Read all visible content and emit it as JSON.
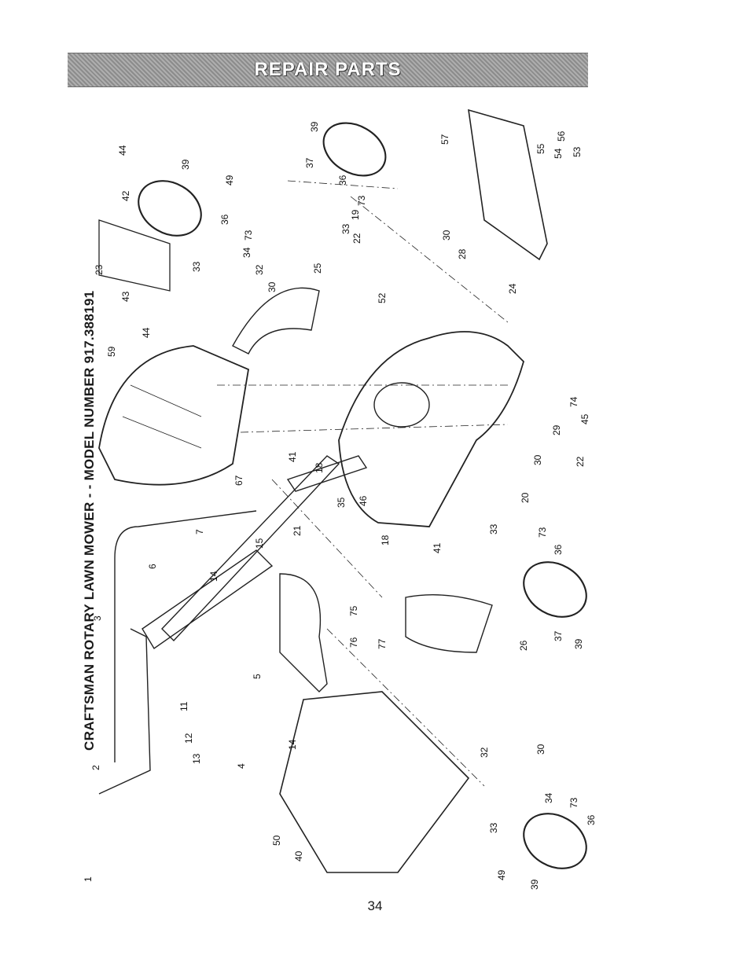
{
  "banner": {
    "title": "REPAIR PARTS"
  },
  "document": {
    "title": "CRAFTSMAN ROTARY LAWN MOWER - - MODEL NUMBER 917.388191"
  },
  "page_number": "34",
  "callouts": [
    {
      "id": "p1",
      "text": "1"
    },
    {
      "id": "p2",
      "text": "2"
    },
    {
      "id": "p3",
      "text": "3"
    },
    {
      "id": "p4",
      "text": "4"
    },
    {
      "id": "p5",
      "text": "5"
    },
    {
      "id": "p6",
      "text": "6"
    },
    {
      "id": "p7",
      "text": "7"
    },
    {
      "id": "p11",
      "text": "11"
    },
    {
      "id": "p12",
      "text": "12"
    },
    {
      "id": "p13",
      "text": "13"
    },
    {
      "id": "p14a",
      "text": "14"
    },
    {
      "id": "p14b",
      "text": "14"
    },
    {
      "id": "p15",
      "text": "15"
    },
    {
      "id": "p18a",
      "text": "18"
    },
    {
      "id": "p18b",
      "text": "18"
    },
    {
      "id": "p19",
      "text": "19"
    },
    {
      "id": "p20",
      "text": "20"
    },
    {
      "id": "p21",
      "text": "21"
    },
    {
      "id": "p22a",
      "text": "22"
    },
    {
      "id": "p22b",
      "text": "22"
    },
    {
      "id": "p23",
      "text": "23"
    },
    {
      "id": "p24",
      "text": "24"
    },
    {
      "id": "p25",
      "text": "25"
    },
    {
      "id": "p26",
      "text": "26"
    },
    {
      "id": "p28",
      "text": "28"
    },
    {
      "id": "p29",
      "text": "29"
    },
    {
      "id": "p30a",
      "text": "30"
    },
    {
      "id": "p30b",
      "text": "30"
    },
    {
      "id": "p30c",
      "text": "30"
    },
    {
      "id": "p30d",
      "text": "30"
    },
    {
      "id": "p32a",
      "text": "32"
    },
    {
      "id": "p32b",
      "text": "32"
    },
    {
      "id": "p33a",
      "text": "33"
    },
    {
      "id": "p33b",
      "text": "33"
    },
    {
      "id": "p33c",
      "text": "33"
    },
    {
      "id": "p33d",
      "text": "33"
    },
    {
      "id": "p34a",
      "text": "34"
    },
    {
      "id": "p34b",
      "text": "34"
    },
    {
      "id": "p35",
      "text": "35"
    },
    {
      "id": "p36a",
      "text": "36"
    },
    {
      "id": "p36b",
      "text": "36"
    },
    {
      "id": "p36c",
      "text": "36"
    },
    {
      "id": "p36d",
      "text": "36"
    },
    {
      "id": "p37a",
      "text": "37"
    },
    {
      "id": "p37b",
      "text": "37"
    },
    {
      "id": "p39a",
      "text": "39"
    },
    {
      "id": "p39b",
      "text": "39"
    },
    {
      "id": "p39c",
      "text": "39"
    },
    {
      "id": "p39d",
      "text": "39"
    },
    {
      "id": "p40",
      "text": "40"
    },
    {
      "id": "p41a",
      "text": "41"
    },
    {
      "id": "p41b",
      "text": "41"
    },
    {
      "id": "p42",
      "text": "42"
    },
    {
      "id": "p43",
      "text": "43"
    },
    {
      "id": "p44a",
      "text": "44"
    },
    {
      "id": "p44b",
      "text": "44"
    },
    {
      "id": "p45",
      "text": "45"
    },
    {
      "id": "p46",
      "text": "46"
    },
    {
      "id": "p49a",
      "text": "49"
    },
    {
      "id": "p49b",
      "text": "49"
    },
    {
      "id": "p50",
      "text": "50"
    },
    {
      "id": "p52",
      "text": "52"
    },
    {
      "id": "p53",
      "text": "53"
    },
    {
      "id": "p54",
      "text": "54"
    },
    {
      "id": "p55",
      "text": "55"
    },
    {
      "id": "p56",
      "text": "56"
    },
    {
      "id": "p57",
      "text": "57"
    },
    {
      "id": "p59",
      "text": "59"
    },
    {
      "id": "p67",
      "text": "67"
    },
    {
      "id": "p73a",
      "text": "73"
    },
    {
      "id": "p73b",
      "text": "73"
    },
    {
      "id": "p73c",
      "text": "73"
    },
    {
      "id": "p73d",
      "text": "73"
    },
    {
      "id": "p74",
      "text": "74"
    },
    {
      "id": "p75",
      "text": "75"
    },
    {
      "id": "p76",
      "text": "76"
    },
    {
      "id": "p77",
      "text": "77"
    }
  ]
}
